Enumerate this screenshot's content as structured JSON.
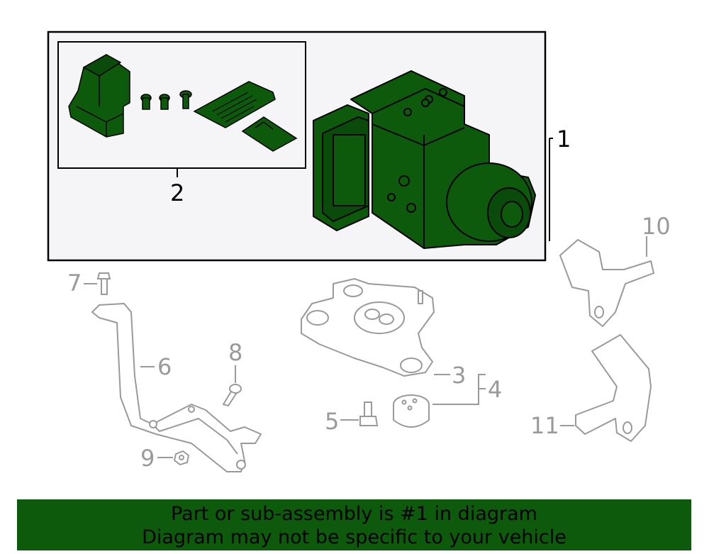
{
  "callouts": {
    "c1": "1",
    "c2": "2",
    "c3": "3",
    "c4": "4",
    "c5": "5",
    "c6": "6",
    "c7": "7",
    "c8": "8",
    "c9": "9",
    "c10": "10",
    "c11": "11"
  },
  "banner": {
    "line1": "Part or sub-assembly is #1 in diagram",
    "line2": "Diagram may not be specific to your vehicle"
  },
  "colors": {
    "highlight": "#0d5a0d",
    "highlight_text": "#000000",
    "inactive_lines": "#9a9a9a",
    "panel_bg": "#f5f5f7"
  },
  "icons": [
    "abs-pump-module",
    "abs-bracket-kit",
    "mount-bracket",
    "insulator",
    "bolt",
    "nut",
    "bracket-arm",
    "wheel-speed-sensor"
  ]
}
